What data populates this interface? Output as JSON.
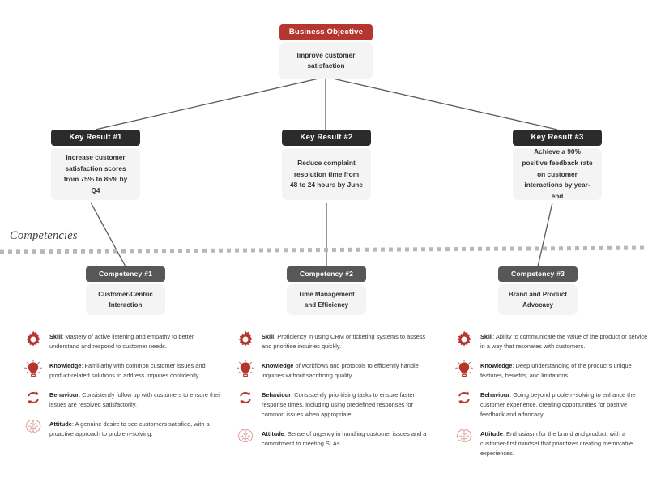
{
  "colors": {
    "accent_red": "#b5362f",
    "key_result_header": "#2b2b2b",
    "competency_header": "#575757",
    "body_box": "#f4f4f4",
    "connector": "#5a5a5a",
    "divider": "#b8b8b8"
  },
  "objective": {
    "header": "Business Objective",
    "body": "Improve customer satisfaction"
  },
  "key_results": [
    {
      "header": "Key Result #1",
      "body": "Increase customer satisfaction scores from 75% to 85% by Q4"
    },
    {
      "header": "Key Result #2",
      "body": "Reduce complaint resolution time from 48 to 24 hours by June"
    },
    {
      "header": "Key Result #3",
      "body": "Achieve a 90% positive feedback rate on customer interactions by year-end"
    }
  ],
  "section": {
    "competencies_label": "Competencies"
  },
  "competencies": [
    {
      "header": "Competency #1",
      "body": "Customer-Centric Interaction"
    },
    {
      "header": "Competency #2",
      "body": "Time Management and Efficiency"
    },
    {
      "header": "Competency #3",
      "body": "Brand and Product Advocacy"
    }
  ],
  "details": [
    {
      "items": [
        {
          "icon": "gear-icon",
          "label": "Skill",
          "separator": ":",
          "text": " Mastery of active listening and empathy to better understand and respond to customer needs."
        },
        {
          "icon": "lightbulb-icon",
          "label": "Knowledge",
          "separator": ":",
          "text": " Familiarity with common customer issues and product-related solutions to address inquiries confidently."
        },
        {
          "icon": "refresh-arrows-icon",
          "label": "Behaviour",
          "separator": ":",
          "text": " Consistently follow up with customers to ensure their issues are resolved satisfactorily."
        },
        {
          "icon": "brain-icon",
          "label": "Attitude",
          "separator": ":",
          "text": " A genuine desire to see customers satisfied, with a proactive approach to problem-solving."
        }
      ]
    },
    {
      "items": [
        {
          "icon": "gear-icon",
          "label": "Skill",
          "separator": ":",
          "text": " Proficiency in using CRM or ticketing systems to assess and prioritise inquiries quickly."
        },
        {
          "icon": "lightbulb-icon",
          "label": "Knowledge",
          "separator": "",
          "text": " of workflows and protocols to efficiently handle inquiries without sacrificing quality."
        },
        {
          "icon": "refresh-arrows-icon",
          "label": "Behaviour",
          "separator": ":",
          "text": " Consistently prioritising tasks to ensure faster response times, including using predefined responses for common issues when appropriate."
        },
        {
          "icon": "brain-icon",
          "label": "Attitude",
          "separator": ":",
          "text": " Sense of urgency in handling customer issues and a commitment to meeting SLAs."
        }
      ]
    },
    {
      "items": [
        {
          "icon": "gear-icon",
          "label": "Skill",
          "separator": ":",
          "text": " Ability to communicate the value of the product or service in a way that resonates with customers."
        },
        {
          "icon": "lightbulb-icon",
          "label": "Knowledge",
          "separator": ":",
          "text": " Deep understanding of the product's unique features, benefits, and limitations."
        },
        {
          "icon": "refresh-arrows-icon",
          "label": "Behaviour",
          "separator": ":",
          "text": " Going beyond problem-solving to enhance the customer experience, creating opportunities for positive feedback and advocacy."
        },
        {
          "icon": "brain-icon",
          "label": "Attitude",
          "separator": ":",
          "text": " Enthusiasm for the brand and product, with a customer-first mindset that prioritizes creating memorable experiences."
        }
      ]
    }
  ]
}
